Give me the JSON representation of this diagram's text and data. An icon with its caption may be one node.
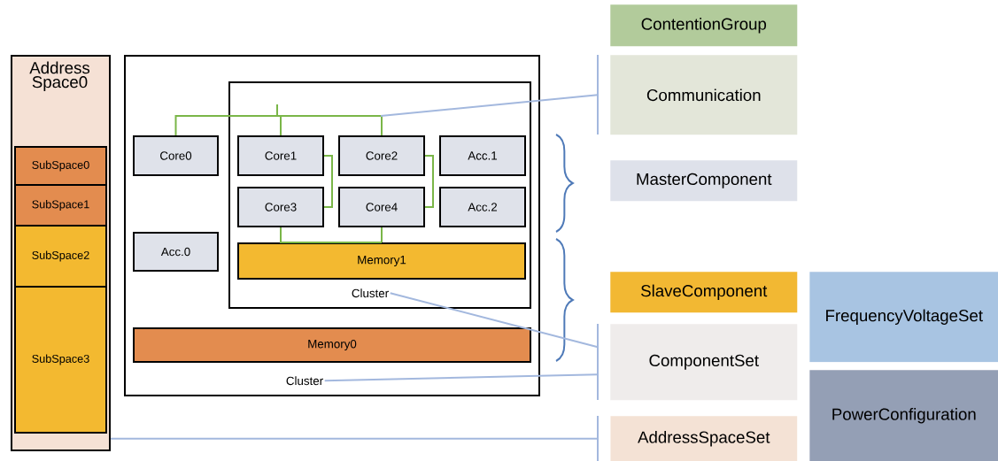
{
  "diagram": {
    "nodes": [
      {
        "text": [
          "Address Space0"
        ]
      },
      {
        "text": [
          "SubSpace0"
        ],
        "in": 0
      },
      {
        "text": [
          "SubSpace1"
        ],
        "in": 0
      },
      {
        "text": [
          "SubSpace2"
        ],
        "in": 0
      },
      {
        "text": [
          "SubSpace3"
        ],
        "in": 0
      },
      {
        "text": [
          "Cluster"
        ]
      },
      {
        "text": [
          "Core0"
        ],
        "in": 5
      },
      {
        "text": [
          "Acc.0"
        ],
        "in": 5
      },
      {
        "text": [
          "Cluster"
        ],
        "in": 5
      },
      {
        "text": [
          "Core1"
        ],
        "in": 8
      },
      {
        "text": [
          "Core2"
        ],
        "in": 8
      },
      {
        "text": [
          "Acc.1"
        ],
        "in": 8
      },
      {
        "text": [
          "Core3"
        ],
        "in": 8
      },
      {
        "text": [
          "Core4"
        ],
        "in": 8
      },
      {
        "text": [
          "Acc.2"
        ],
        "in": 8
      },
      {
        "text": [
          "Memory1"
        ],
        "in": 8
      },
      {
        "text": [
          "Memory0"
        ],
        "in": 5
      },
      {
        "text": [
          "ContentionGroup"
        ]
      },
      {
        "text": [
          "Communication"
        ]
      },
      {
        "text": [
          "MasterComponent"
        ]
      },
      {
        "text": [
          "SlaveComponent"
        ]
      },
      {
        "text": [
          "ComponentSet"
        ]
      },
      {
        "text": [
          "AddressSpaceSet"
        ]
      },
      {
        "text": [
          "FrequencyVoltageSet"
        ]
      },
      {
        "text": [
          "PowerConfiguration"
        ]
      }
    ],
    "edges": [
      {
        "from": 6,
        "to": 9,
        "arrow": "none"
      },
      {
        "from": 9,
        "to": 10,
        "arrow": "none"
      },
      {
        "from": 9,
        "to": 12,
        "arrow": "none"
      },
      {
        "from": 10,
        "to": 13,
        "arrow": "none"
      },
      {
        "from": 12,
        "to": 15,
        "arrow": "none"
      },
      {
        "from": 13,
        "to": 15,
        "arrow": "none"
      },
      {
        "from": null,
        "to": 18,
        "arrow": "none",
        "color": "#a3b8de"
      },
      {
        "from": 8,
        "to": 21,
        "arrow": "none",
        "color": "#a3b8de"
      },
      {
        "from": 5,
        "to": 21,
        "arrow": "none",
        "color": "#a3b8de"
      },
      {
        "from": 0,
        "to": 22,
        "arrow": "none",
        "color": "#a3b8de"
      }
    ]
  }
}
